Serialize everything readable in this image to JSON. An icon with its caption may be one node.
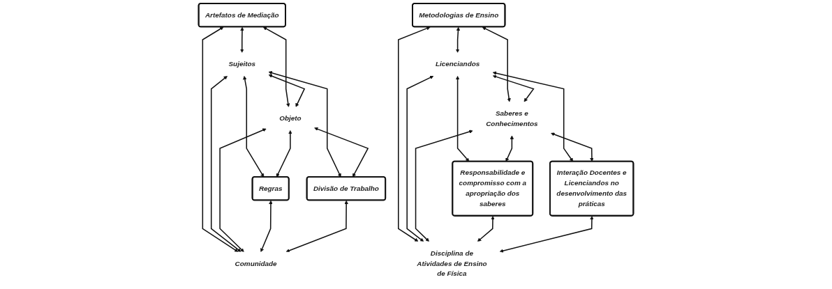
{
  "diagram": {
    "nodes": [
      {
        "text": [
          "Artefatos de Mediação"
        ]
      },
      {
        "text": [
          "Sujeitos"
        ]
      },
      {
        "text": [
          "Objeto"
        ]
      },
      {
        "text": [
          "Regras"
        ]
      },
      {
        "text": [
          "Comunidade"
        ]
      },
      {
        "text": [
          "Divisão de Trabalho"
        ]
      },
      {
        "text": [
          "Metodologias de Ensino"
        ]
      },
      {
        "text": [
          "Licenciandos"
        ]
      },
      {
        "text": [
          "Saberes e Conhecimentos"
        ]
      },
      {
        "text": [
          "Responsabilidade e compromisso com a apropriação dos saberes"
        ]
      },
      {
        "text": [
          "Disciplina de Atividades de Ensino de Física"
        ]
      },
      {
        "text": [
          "Interação Docentes e Licenciandos no desenvolvimento das práticas"
        ]
      }
    ],
    "edges": [
      {
        "from": 0,
        "to": 1,
        "arrow": "both"
      },
      {
        "from": 0,
        "to": 2,
        "arrow": "both"
      },
      {
        "from": 0,
        "to": 4,
        "arrow": "both"
      },
      {
        "from": 1,
        "to": 2,
        "arrow": "both"
      },
      {
        "from": 1,
        "to": 3,
        "arrow": "both"
      },
      {
        "from": 1,
        "to": 4,
        "arrow": "both"
      },
      {
        "from": 1,
        "to": 5,
        "arrow": "both"
      },
      {
        "from": 2,
        "to": 3,
        "arrow": "both"
      },
      {
        "from": 2,
        "to": 4,
        "arrow": "both"
      },
      {
        "from": 2,
        "to": 5,
        "arrow": "both"
      },
      {
        "from": 3,
        "to": 4,
        "arrow": "both"
      },
      {
        "from": 4,
        "to": 5,
        "arrow": "both"
      },
      {
        "from": 6,
        "to": 7,
        "arrow": "both"
      },
      {
        "from": 6,
        "to": 8,
        "arrow": "both"
      },
      {
        "from": 6,
        "to": 10,
        "arrow": "both"
      },
      {
        "from": 7,
        "to": 8,
        "arrow": "both"
      },
      {
        "from": 7,
        "to": 9,
        "arrow": "both"
      },
      {
        "from": 7,
        "to": 10,
        "arrow": "both"
      },
      {
        "from": 7,
        "to": 11,
        "arrow": "both"
      },
      {
        "from": 8,
        "to": 9,
        "arrow": "both"
      },
      {
        "from": 8,
        "to": 10,
        "arrow": "both"
      },
      {
        "from": 8,
        "to": 11,
        "arrow": "both"
      },
      {
        "from": 9,
        "to": 10,
        "arrow": "both"
      },
      {
        "from": 10,
        "to": 11,
        "arrow": "both"
      }
    ]
  }
}
